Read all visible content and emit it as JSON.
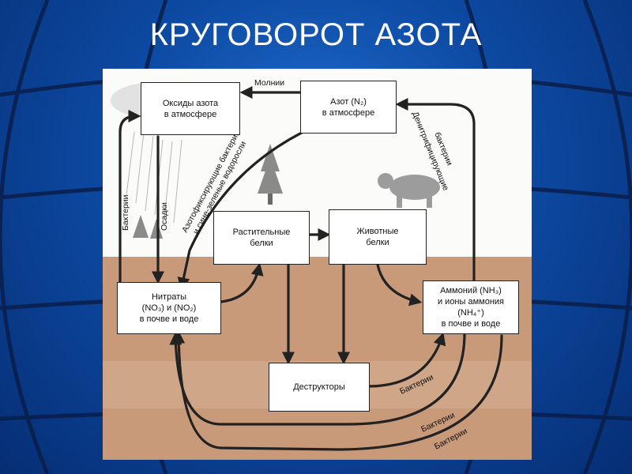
{
  "slide": {
    "title": "КРУГОВОРОТ АЗОТА"
  },
  "nodes": {
    "oxides": {
      "line1": "Оксиды азота",
      "line2": "в атмосфере"
    },
    "nitrogen": {
      "line1": "Азот (N₂)",
      "line2": "в атмосфере"
    },
    "plant_proteins": {
      "line1": "Растительные",
      "line2": "белки"
    },
    "animal_proteins": {
      "line1": "Животные",
      "line2": "белки"
    },
    "nitrates": {
      "line1": "Нитраты",
      "line2": "(NO₃) и (NO₂)",
      "line3": "в почве и воде"
    },
    "ammonium": {
      "line1": "Аммоний (NH₃)",
      "line2": "и ионы аммония",
      "line3": "(NH₄⁺)",
      "line4": "в почве и воде"
    },
    "destructors": {
      "label": "Деструкторы"
    }
  },
  "edge_labels": {
    "lightning": "Молнии",
    "bacteria_left": "Бактерии",
    "precipitation": "Осадки",
    "fixing_1": "Азотофиксирующие бактерии",
    "fixing_2": "и сине-зеленые водоросли",
    "denitrifying_1": "Денитрифицирующие",
    "denitrifying_2": "бактерии",
    "bacteria_1": "Бактерии",
    "bacteria_2": "Бактерии",
    "bacteria_3": "Бактерии"
  }
}
